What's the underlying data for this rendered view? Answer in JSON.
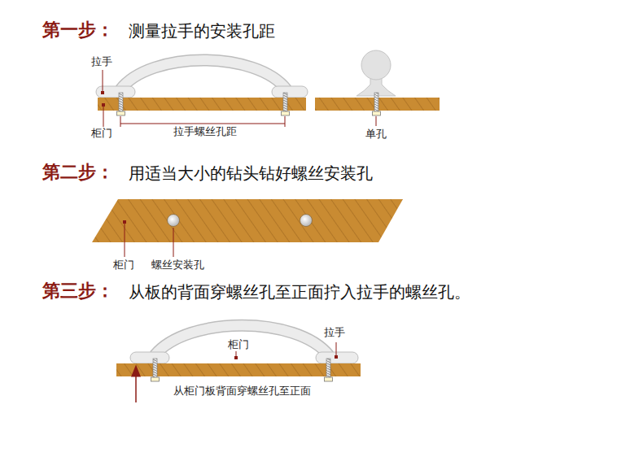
{
  "diagram": {
    "labels": [
      "第一步：",
      "测量拉手的安装孔距",
      "拉手",
      "柜门",
      "拉手螺丝孔距",
      "单孔",
      "第二步：",
      "用适当大小的钻头钻好螺丝安装孔",
      "柜门",
      "螺丝安装孔",
      "第三步：",
      "从板的背面穿螺丝孔至正面拧入拉手的螺丝孔。",
      "拉手",
      "柜门",
      "从柜门板背面穿螺丝孔至正面"
    ]
  }
}
